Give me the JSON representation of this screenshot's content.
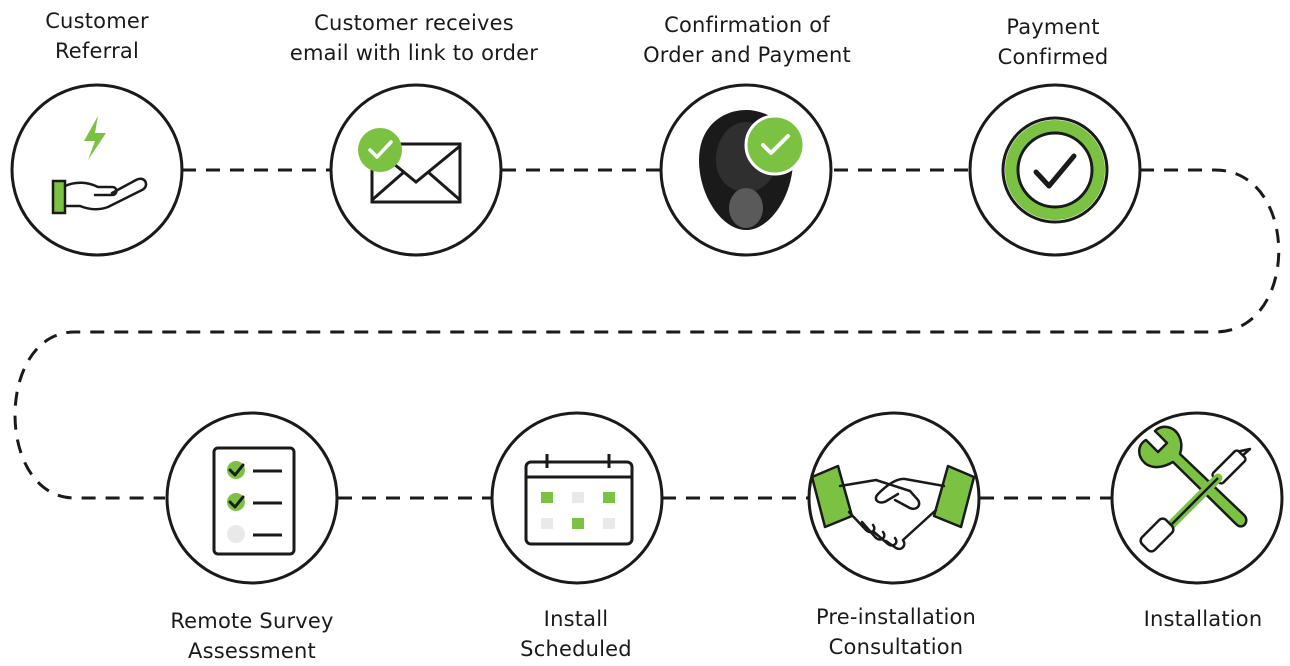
{
  "steps": [
    {
      "id": 1,
      "lines": [
        "Customer",
        "Referral"
      ],
      "icon": "hand-lightning-icon"
    },
    {
      "id": 2,
      "lines": [
        "Customer receives",
        "email with link to order"
      ],
      "icon": "email-check-icon"
    },
    {
      "id": 3,
      "lines": [
        "Confirmation of",
        "Order and Payment"
      ],
      "icon": "charger-check-icon"
    },
    {
      "id": 4,
      "lines": [
        "Payment",
        "Confirmed"
      ],
      "icon": "check-circle-icon"
    },
    {
      "id": 5,
      "lines": [
        "Remote Survey",
        "Assessment"
      ],
      "icon": "checklist-icon"
    },
    {
      "id": 6,
      "lines": [
        "Install",
        "Scheduled"
      ],
      "icon": "calendar-icon"
    },
    {
      "id": 7,
      "lines": [
        "Pre-installation",
        "Consultation"
      ],
      "icon": "handshake-icon"
    },
    {
      "id": 8,
      "lines": [
        "Installation"
      ],
      "icon": "wrench-screwdriver-icon"
    }
  ],
  "colors": {
    "accent": "#7cc242",
    "stroke": "#1a1a1a",
    "dark": "#2b2b2b",
    "gray": "#e9e9e9"
  }
}
